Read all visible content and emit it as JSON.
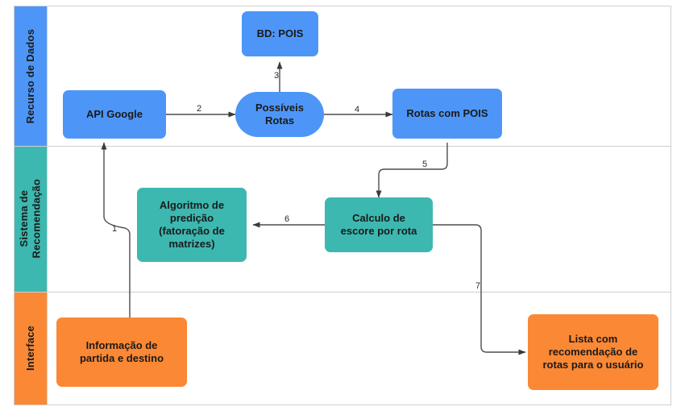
{
  "diagram": {
    "type": "swimlane-flowchart",
    "lanes": [
      {
        "id": "recurso-de-dados",
        "label": "Recurso de Dados",
        "color": "#4d96f7"
      },
      {
        "id": "sistema-de-recomendacao",
        "label": "Sistema de\nRecomendação",
        "color": "#3cb8b0"
      },
      {
        "id": "interface",
        "label": "Interface",
        "color": "#fb8834"
      }
    ],
    "nodes": [
      {
        "id": "bd-pois",
        "label": "BD: POIS",
        "lane": "recurso-de-dados",
        "shape": "rounded-rect",
        "color": "#4d96f7"
      },
      {
        "id": "api-google",
        "label": "API Google",
        "lane": "recurso-de-dados",
        "shape": "rounded-rect",
        "color": "#4d96f7"
      },
      {
        "id": "possiveis-rotas",
        "label": "Possíveis\nRotas",
        "lane": "recurso-de-dados",
        "shape": "pill",
        "color": "#4d96f7"
      },
      {
        "id": "rotas-com-pois",
        "label": "Rotas com POIS",
        "lane": "recurso-de-dados",
        "shape": "rounded-rect",
        "color": "#4d96f7"
      },
      {
        "id": "algoritmo-de-predicao",
        "label": "Algoritmo de\npredição\n(fatoração de\nmatrizes)",
        "lane": "sistema-de-recomendacao",
        "shape": "rounded-rect",
        "color": "#3cb8b0"
      },
      {
        "id": "calculo-de-escore",
        "label": "Calculo de\nescore por rota",
        "lane": "sistema-de-recomendacao",
        "shape": "rounded-rect",
        "color": "#3cb8b0"
      },
      {
        "id": "informacao-partida-destino",
        "label": "Informação de\npartida e destino",
        "lane": "interface",
        "shape": "rounded-rect",
        "color": "#fb8834"
      },
      {
        "id": "lista-recomendacao",
        "label": "Lista com\nrecomendação de\nrotas para o usuário",
        "lane": "interface",
        "shape": "rounded-rect",
        "color": "#fb8834"
      }
    ],
    "edges": [
      {
        "id": "edge-1",
        "label": "1",
        "from": "informacao-partida-destino",
        "to": "api-google"
      },
      {
        "id": "edge-2",
        "label": "2",
        "from": "api-google",
        "to": "possiveis-rotas"
      },
      {
        "id": "edge-3",
        "label": "3",
        "from": "possiveis-rotas",
        "to": "bd-pois"
      },
      {
        "id": "edge-4",
        "label": "4",
        "from": "possiveis-rotas",
        "to": "rotas-com-pois"
      },
      {
        "id": "edge-5",
        "label": "5",
        "from": "rotas-com-pois",
        "to": "calculo-de-escore"
      },
      {
        "id": "edge-6",
        "label": "6",
        "from": "calculo-de-escore",
        "to": "algoritmo-de-predicao"
      },
      {
        "id": "edge-7",
        "label": "7",
        "from": "calculo-de-escore",
        "to": "lista-recomendacao"
      }
    ]
  }
}
